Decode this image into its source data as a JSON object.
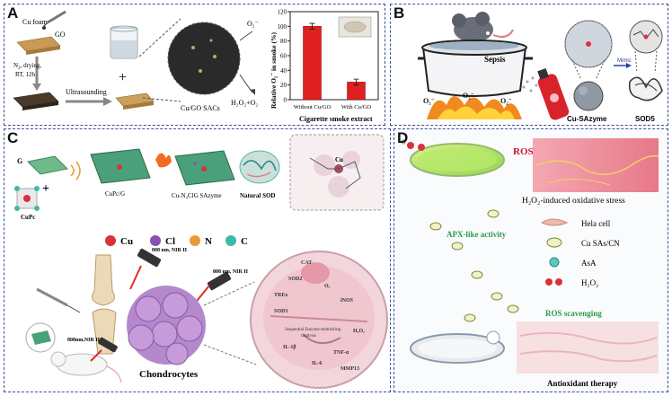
{
  "panels": {
    "A": {
      "label": "A",
      "cu_foam": "Cu foam",
      "go": "GO",
      "drying_text": [
        "N",
        "2",
        ", drying,",
        "RT, 12h"
      ],
      "ultrasounding": "Ultrasounding",
      "plus": "+",
      "sac_label": "Cu/GO SACs",
      "o2_radical": "O₂⁻",
      "h2o2_o2": "H₂O₂+O₂",
      "bar_chart": {
        "ylabel": "Relative O₂⁻ in smoke (%)",
        "xlabel": "Cigarette smoke extract",
        "yticks": [
          "0",
          "20",
          "40",
          "60",
          "80",
          "100",
          "120"
        ]
      }
    },
    "B": {
      "label": "B",
      "sepsis": "Sepsis",
      "o2_left": "O₂⁻",
      "o2_mid": "O₂⁻",
      "o2_right": "O₂⁻",
      "cu_sazyme": "Cu-SAzyme",
      "mimic": "Mimic",
      "sod5": "SOD5"
    },
    "C": {
      "label": "C",
      "g": "G",
      "cupc": "CuPc",
      "cupc_g": "CuPc/G",
      "cu_sazyme": "Cu-N₄ClG SAzyme",
      "natural_sod": "Natural SOD",
      "cu_center": "Cu",
      "legend": [
        {
          "name": "Cu",
          "color": "#d9323a"
        },
        {
          "name": "Cl",
          "color": "#8a4fb0"
        },
        {
          "name": "N",
          "color": "#e89a3a"
        },
        {
          "name": "C",
          "color": "#3fb8a8"
        }
      ],
      "laser1": "808 nm, NIR II",
      "laser2": "808 nm, NIR II",
      "laser3": "808nm,NIR II",
      "chondrocytes": "Chondrocytes",
      "cell_labels": [
        "TREx",
        "SOD2",
        "CAT",
        "SOD3",
        "iNOS",
        "IL-1β",
        "TNF-α",
        "IL-6",
        "MMP13",
        "O₂",
        "H₂O₂"
      ],
      "cascade": "Sequential Enzyme-mimicking",
      "cascade2": "catalysis"
    },
    "D": {
      "label": "D",
      "ros": "ROS",
      "stress": "H₂O₂-induced oxidative stress",
      "apx": "APX-like activity",
      "legend": [
        {
          "name": "Hela cell"
        },
        {
          "name": "Cu SAs/CN"
        },
        {
          "name": "AsA"
        },
        {
          "name": "H₂O₂"
        }
      ],
      "scavenging": "ROS scavenging",
      "therapy": "Antioxidant therapy"
    }
  },
  "chart_data": {
    "type": "bar",
    "categories": [
      "Without Cu/GO",
      "With Cu/GO"
    ],
    "values": [
      100,
      24
    ],
    "errors": [
      4,
      4
    ],
    "ylabel": "Relative O₂⁻ in smoke (%)",
    "xlabel": "Cigarette smoke extract",
    "ylim": [
      0,
      120
    ],
    "bar_color": "#e02020"
  }
}
